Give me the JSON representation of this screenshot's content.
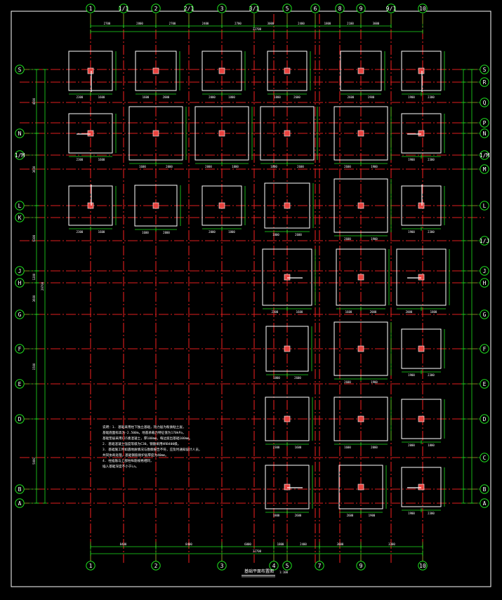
{
  "axes": {
    "top": [
      "1",
      "1/1",
      "2",
      "2/1",
      "3",
      "3/1",
      "5",
      "6",
      "8",
      "9",
      "9/1",
      "10"
    ],
    "bottom": [
      "1",
      "2",
      "3",
      "4",
      "5",
      "7",
      "9",
      "10"
    ],
    "left": [
      "S",
      "N",
      "1/M",
      "L",
      "K",
      "J",
      "H",
      "G",
      "F",
      "E",
      "D",
      "B",
      "A"
    ],
    "right": [
      "S",
      "R",
      "Q",
      "P",
      "N",
      "1/M",
      "M",
      "L",
      "1/J",
      "J",
      "H",
      "G",
      "F",
      "E",
      "D",
      "C",
      "B",
      "A"
    ]
  },
  "dimensions": {
    "top_segments": [
      "2700",
      "2800",
      "2700",
      "2400",
      "2700",
      "3000",
      "2400",
      "1800",
      "2100",
      "3000"
    ],
    "top_total": "22700",
    "bottom_segments": [
      "8400",
      "8400",
      "6000",
      "1800",
      "2400",
      "3800",
      "3300"
    ],
    "bottom_total": "22700",
    "left_segments": [
      "4800",
      "3600",
      "6300",
      "1200",
      "3600",
      "1500",
      "5000"
    ],
    "left_total": "29700",
    "footing_widths": [
      "2300",
      "1600",
      "2000",
      "1800",
      "2600",
      "1900"
    ]
  },
  "notes": {
    "lines": [
      "说明：1. 基础采用柱下独立基础，持力层为粉质粘土层，",
      "         基础底面标高为-2.500m，地基承载力特征值为170kPa，",
      "         基础垫层采用C15素混凝土，厚100mm，每边宽出基础100mm。",
      "      2. 基础混凝土强度等级为C30，钢筋采用HRB400级。",
      "      3. 基础施工时如遇地质情况与勘察报告不符，应及时通知设计人员，",
      "         共同协商处理。基础钢筋保护层厚度为40mm。",
      "      4. 柱插筋与上部柱纵筋规格相同，",
      "         插入基础深度不小于La。"
    ]
  },
  "title": {
    "text": "基础平面布置图",
    "scale": "1:100"
  },
  "colors": {
    "background": "#000000",
    "gridline": "#e01e1e",
    "dimension": "#1ee01e",
    "outline": "#ffffff",
    "column": "#e8433f"
  }
}
